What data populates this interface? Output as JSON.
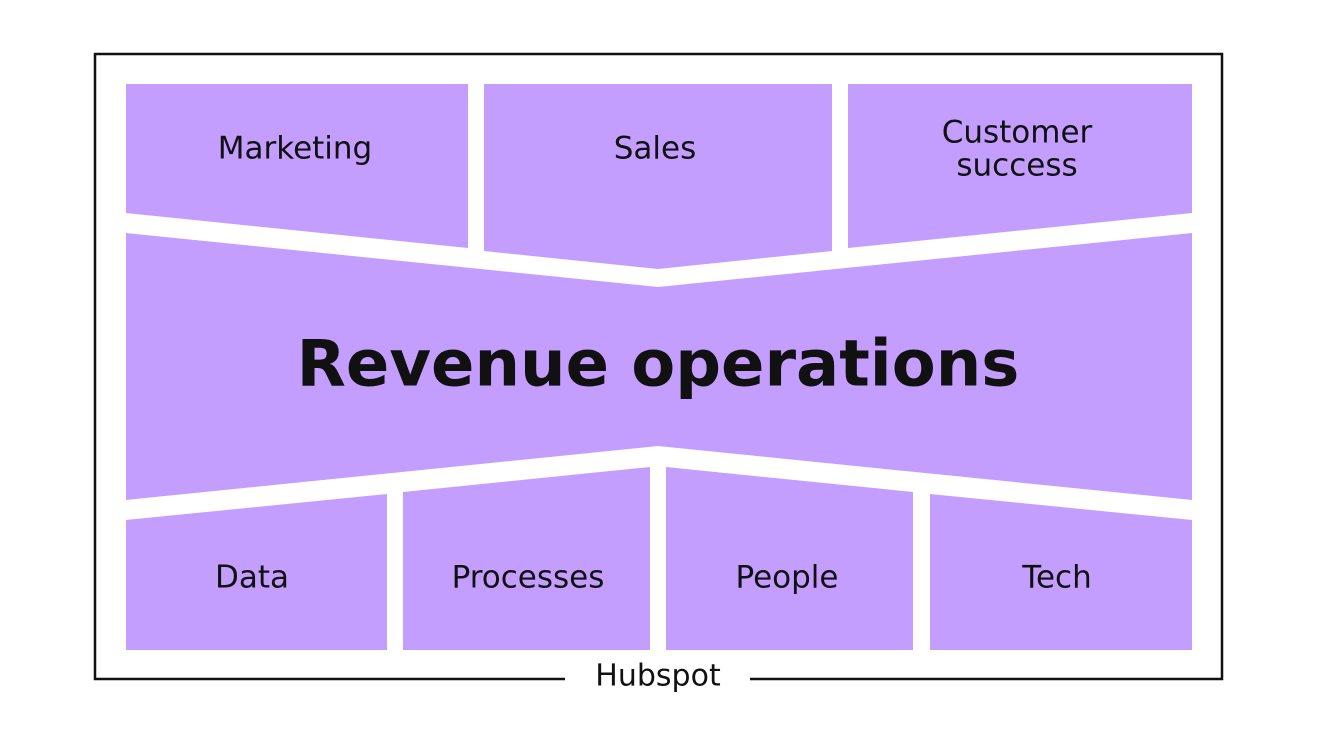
{
  "top_blocks": [
    {
      "label_lines": [
        "Marketing"
      ]
    },
    {
      "label_lines": [
        "Sales"
      ]
    },
    {
      "label_lines": [
        "Customer",
        "success"
      ]
    }
  ],
  "center": {
    "label": "Revenue operations"
  },
  "bottom_blocks": [
    {
      "label": "Data"
    },
    {
      "label": "Processes"
    },
    {
      "label": "People"
    },
    {
      "label": "Tech"
    }
  ],
  "frame": {
    "label": "Hubspot"
  },
  "colors": {
    "block_fill": "#c39eff",
    "frame_stroke": "#111111",
    "text": "#111111"
  }
}
